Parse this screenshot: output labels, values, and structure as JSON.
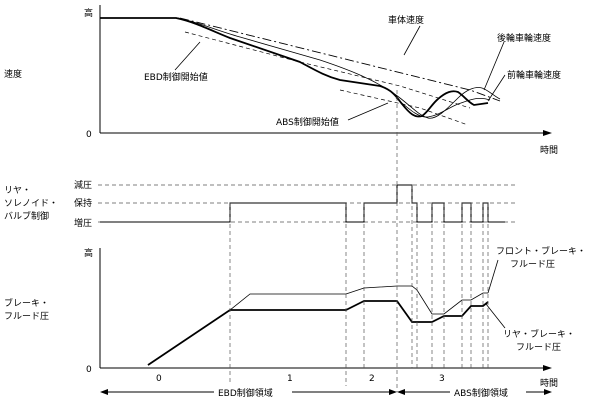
{
  "speed_graph": {
    "y_label": "速度",
    "y_high": "高",
    "y_zero": "0",
    "x_label": "時間",
    "labels": {
      "vehicle_speed": "車体速度",
      "rear_wheel_speed": "後輪車輪速度",
      "front_wheel_speed": "前輪車輪速度",
      "ebd_start": "EBD制御開始値",
      "abs_start": "ABS制御開始値"
    }
  },
  "valve_graph": {
    "y_label_line1": "リヤ・",
    "y_label_line2": "ソレノイド・",
    "y_label_line3": "バルブ制御",
    "levels": [
      "減圧",
      "保持",
      "増圧"
    ]
  },
  "pressure_graph": {
    "y_label_line1": "ブレーキ・",
    "y_label_line2": "フルード圧",
    "y_high": "高",
    "y_zero": "0",
    "x_label": "時間",
    "labels": {
      "front_line1": "フロント・ブレーキ・",
      "front_line2": "フルード圧",
      "rear_line1": "リヤ・ブレーキ・",
      "rear_line2": "フルード圧"
    }
  },
  "phases": {
    "numbers": [
      "0",
      "1",
      "2",
      "3"
    ],
    "ebd_region": "EBD制御領域",
    "abs_region": "ABS制御領域"
  }
}
